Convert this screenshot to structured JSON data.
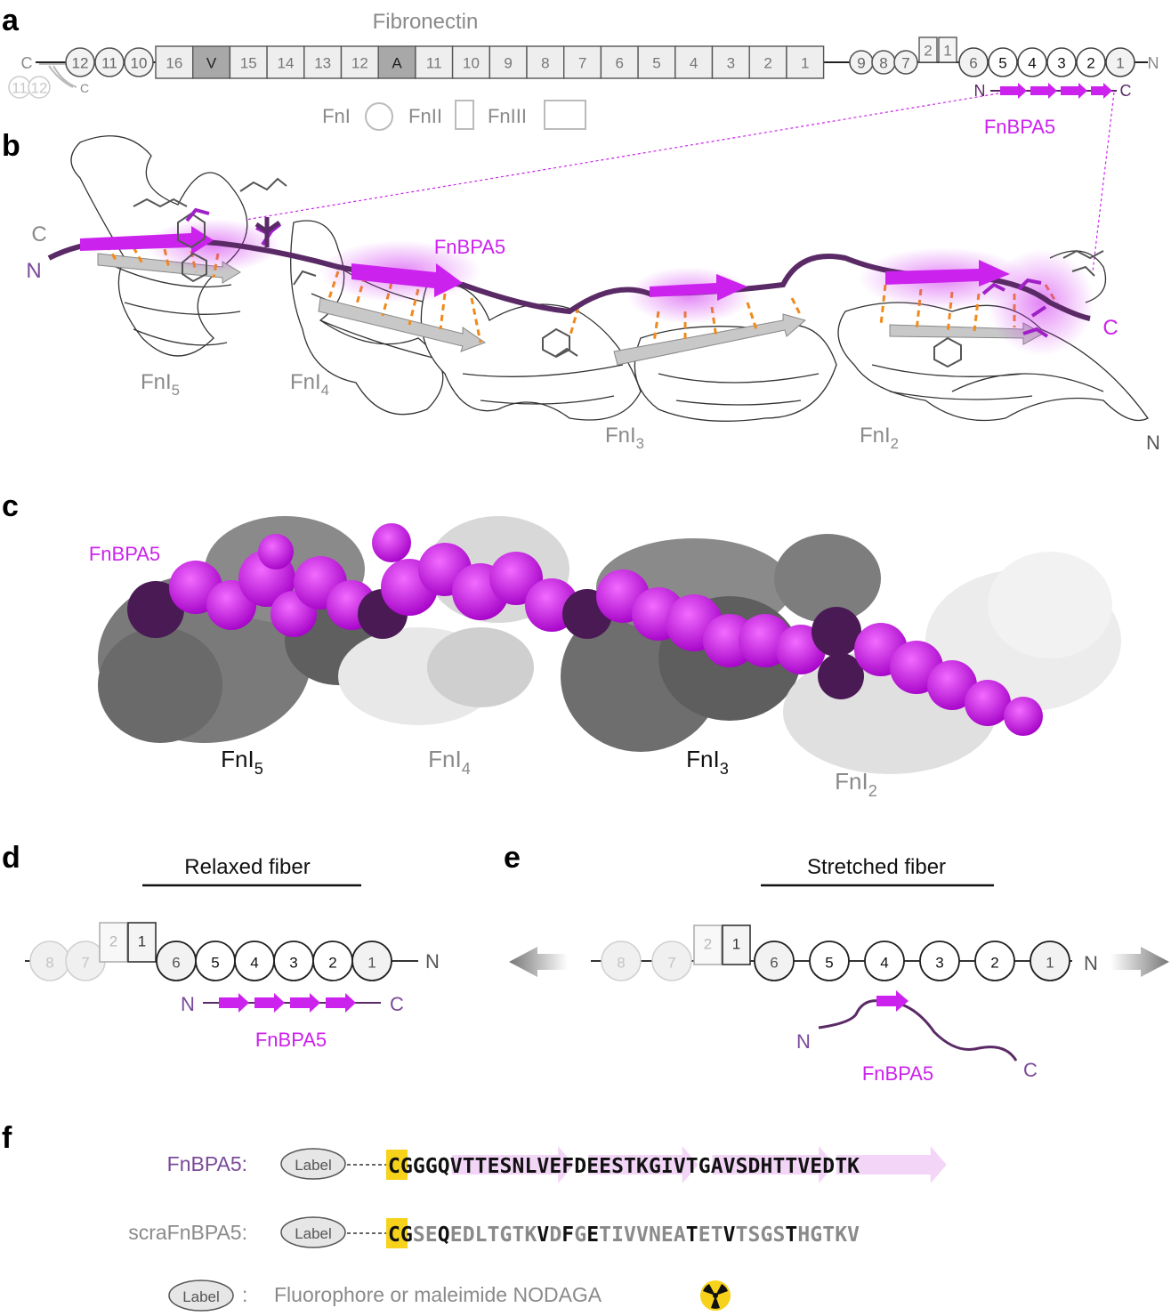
{
  "panels": {
    "a": "a",
    "b": "b",
    "c": "c",
    "d": "d",
    "e": "e",
    "f": "f"
  },
  "panel_a": {
    "title": "Fibronectin",
    "c_end": "C",
    "n_end": "N",
    "ghost_modules": [
      "11",
      "12"
    ],
    "ghost_c": "C",
    "fni_left": [
      "12",
      "11",
      "10"
    ],
    "fniii": [
      "16",
      "V",
      "15",
      "14",
      "13",
      "12",
      "A",
      "11",
      "10",
      "9",
      "8",
      "7",
      "6",
      "5",
      "4",
      "3",
      "2",
      "1"
    ],
    "fni_mid": [
      "9",
      "8",
      "7"
    ],
    "fnii": [
      "2",
      "1"
    ],
    "fni_right": [
      "6",
      "5",
      "4",
      "3",
      "2",
      "1"
    ],
    "legend": {
      "fni": "FnI",
      "fnii": "FnII",
      "fniii": "FnIII"
    },
    "fnbpa5": {
      "n": "N",
      "c": "C",
      "name": "FnBPA5"
    }
  },
  "panel_b": {
    "c_left": "C",
    "n_left": "N",
    "fnbpa5": "FnBPA5",
    "c_right": "C",
    "n_right": "N",
    "domains": [
      {
        "base": "FnI",
        "sub": "5"
      },
      {
        "base": "FnI",
        "sub": "4"
      },
      {
        "base": "FnI",
        "sub": "3"
      },
      {
        "base": "FnI",
        "sub": "2"
      }
    ]
  },
  "panel_c": {
    "fnbpa5": "FnBPA5",
    "domains": [
      {
        "base": "FnI",
        "sub": "5"
      },
      {
        "base": "FnI",
        "sub": "4"
      },
      {
        "base": "FnI",
        "sub": "3"
      },
      {
        "base": "FnI",
        "sub": "2"
      }
    ]
  },
  "panel_d": {
    "title": "Relaxed fiber",
    "faded": [
      "8",
      "7"
    ],
    "fnii": [
      "2",
      "1"
    ],
    "fni": [
      "6",
      "5",
      "4",
      "3",
      "2",
      "1"
    ],
    "n_end": "N",
    "peptide": {
      "n": "N",
      "c": "C",
      "name": "FnBPA5"
    }
  },
  "panel_e": {
    "title": "Stretched fiber",
    "faded": [
      "8",
      "7"
    ],
    "fnii": [
      "2",
      "1"
    ],
    "fni": [
      "6",
      "5",
      "4",
      "3",
      "2",
      "1"
    ],
    "n_end": "N",
    "peptide": {
      "n": "N",
      "c": "C",
      "name": "FnBPA5"
    }
  },
  "panel_f": {
    "rows": [
      {
        "name": "FnBPA5:",
        "label": "Label",
        "sequence": "CGGGQVTTESNLVEFDEESTKGIVTGAVSDHTTVEDTK"
      },
      {
        "name": "scraFnBPA5:",
        "label": "Label",
        "sequence": "CGSEQEDLTGTKVDFGETIVVNEATETVTSGSTHGTKV"
      }
    ],
    "legend_label": "Label",
    "legend_colon": ":",
    "legend_text": "Fluorophore or maleimide NODAGA"
  },
  "colors": {
    "magenta": "#cc22ee",
    "dark_purple": "#5a2a66",
    "purple_text": "#7a4a9a",
    "highlight_yellow": "#f6d21a",
    "arrow_pink": "#f3d6f7",
    "orange": "#f08a1c",
    "grey_text": "#8a8a8a"
  }
}
